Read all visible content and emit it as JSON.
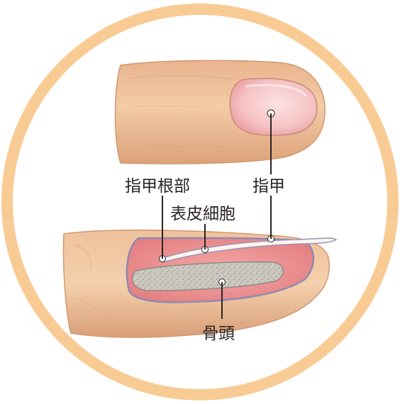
{
  "labels": {
    "nail_root": "指甲根部",
    "nail": "指甲",
    "epidermal_cells": "表皮細胞",
    "bone": "骨頭"
  },
  "colors": {
    "frame_ring": "#f9cb94",
    "skin": "#f0c39d",
    "skin_shadow": "#d69a73",
    "nail_pink": "#f6c2c4",
    "flesh_red": "#e8888a",
    "bone_gray": "#c9c6bd",
    "nail_bed_edge": "#8f8ab0",
    "label_text": "#2a2422"
  }
}
